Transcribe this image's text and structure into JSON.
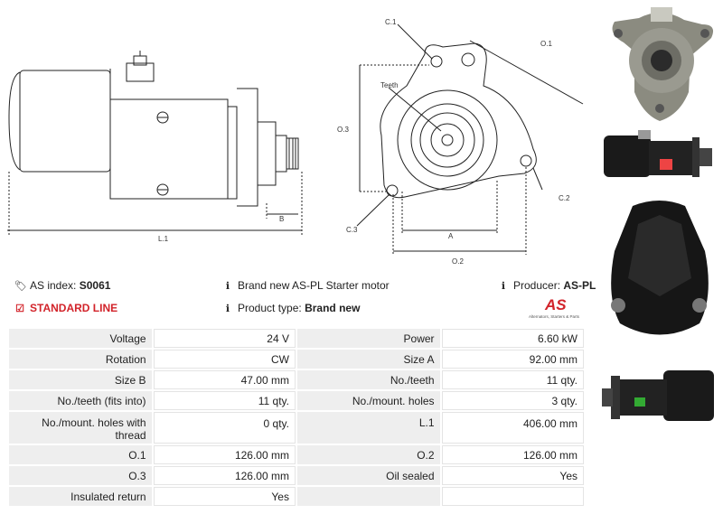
{
  "drawing": {
    "labels": {
      "c1": "C.1",
      "o1": "O.1",
      "teeth": "Teeth",
      "o3": "O.3",
      "c2": "C.2",
      "c3": "C.3",
      "a": "A",
      "o2": "O.2",
      "b": "B",
      "l1": "L.1"
    }
  },
  "info": {
    "as_index_label": "AS index:",
    "as_index_value": "S0061",
    "brand_text": "Brand new AS-PL Starter motor",
    "producer_label": "Producer:",
    "producer_value": "AS-PL",
    "standard_line": "STANDARD LINE",
    "product_type_label": "Product type:",
    "product_type_value": "Brand new"
  },
  "logo": {
    "mark": "AS",
    "tagline": "Alternators, Starters & Parts"
  },
  "specs": [
    [
      "Voltage",
      "24 V",
      "Power",
      "6.60 kW"
    ],
    [
      "Rotation",
      "CW",
      "Size A",
      "92.00 mm"
    ],
    [
      "Size B",
      "47.00 mm",
      "No./teeth",
      "11 qty."
    ],
    [
      "No./teeth (fits into)",
      "11 qty.",
      "No./mount. holes",
      "3 qty."
    ],
    [
      "No./mount. holes with thread",
      "0 qty.",
      "L.1",
      "406.00 mm"
    ],
    [
      "O.1",
      "126.00 mm",
      "O.2",
      "126.00 mm"
    ],
    [
      "O.3",
      "126.00 mm",
      "Oil sealed",
      "Yes"
    ],
    [
      "Insulated return",
      "Yes",
      "",
      ""
    ]
  ],
  "colors": {
    "accent": "#d2232a",
    "label_bg": "#eeeeee"
  }
}
